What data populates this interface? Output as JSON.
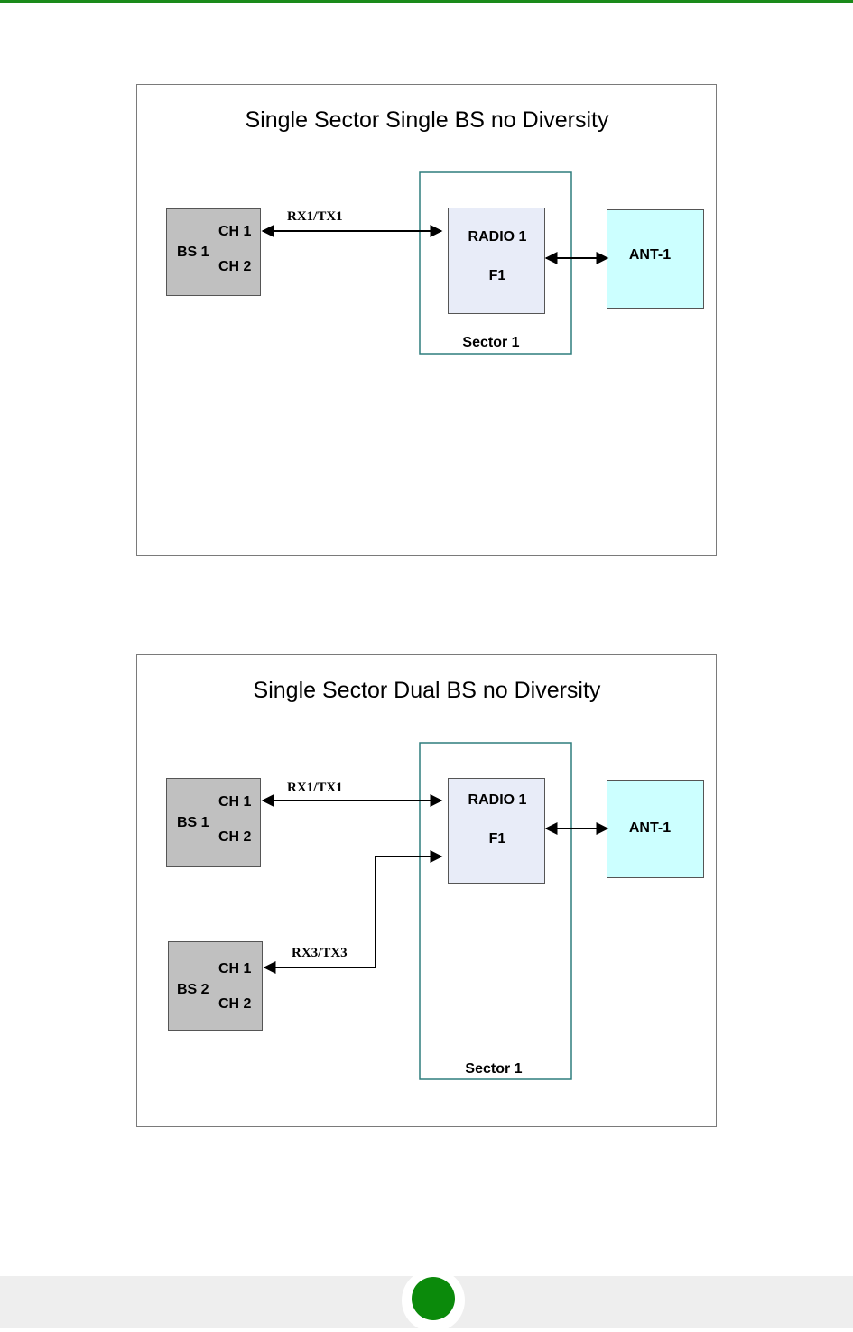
{
  "colors": {
    "accent": "#1a8a1a",
    "page_badge": "#0b8a0b"
  },
  "diagrams": [
    {
      "title": "Single Sector Single BS no Diversity",
      "base_stations": [
        {
          "name": "BS 1",
          "ch1": "CH 1",
          "ch2": "CH 2"
        }
      ],
      "links": [
        "RX1/TX1"
      ],
      "radio": {
        "name": "RADIO 1",
        "freq": "F1"
      },
      "antenna": "ANT-1",
      "sector": "Sector 1"
    },
    {
      "title": "Single Sector Dual BS no Diversity",
      "base_stations": [
        {
          "name": "BS 1",
          "ch1": "CH 1",
          "ch2": "CH 2"
        },
        {
          "name": "BS 2",
          "ch1": "CH 1",
          "ch2": "CH 2"
        }
      ],
      "links": [
        "RX1/TX1",
        "RX3/TX3"
      ],
      "radio": {
        "name": "RADIO 1",
        "freq": "F1"
      },
      "antenna": "ANT-1",
      "sector": "Sector 1"
    }
  ]
}
